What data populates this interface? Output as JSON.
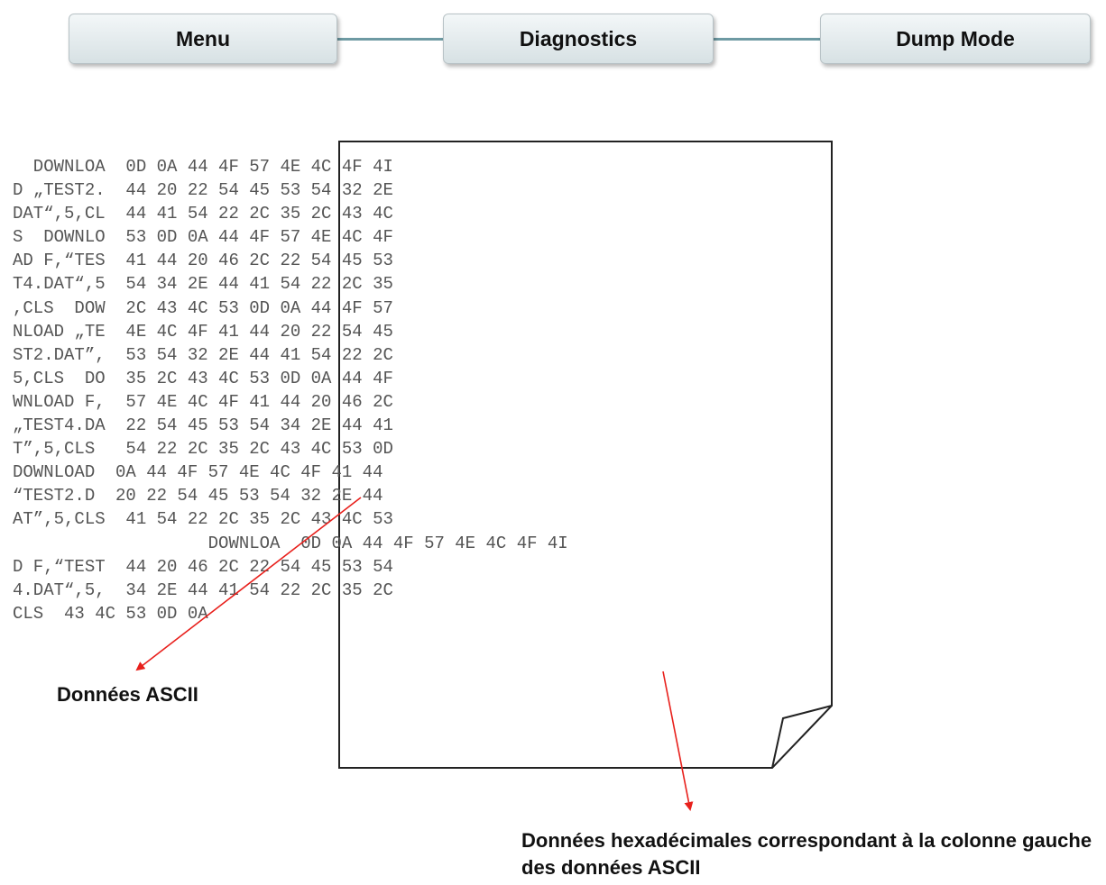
{
  "breadcrumb": {
    "items": [
      {
        "label": "Menu"
      },
      {
        "label": "Diagnostics"
      },
      {
        "label": "Dump Mode"
      }
    ]
  },
  "dump": {
    "lines": [
      "  DOWNLOA  0D 0A 44 4F 57 4E 4C 4F 4I",
      "D „TEST2.  44 20 22 54 45 53 54 32 2E",
      "DAT“,5,CL  44 41 54 22 2C 35 2C 43 4C",
      "S  DOWNLO  53 0D 0A 44 4F 57 4E 4C 4F",
      "AD F,“TES  41 44 20 46 2C 22 54 45 53",
      "T4.DAT“,5  54 34 2E 44 41 54 22 2C 35",
      ",CLS  DOW  2C 43 4C 53 0D 0A 44 4F 57",
      "NLOAD „TE  4E 4C 4F 41 44 20 22 54 45",
      "ST2.DAT”,  53 54 32 2E 44 41 54 22 2C",
      "5,CLS  DO  35 2C 43 4C 53 0D 0A 44 4F",
      "WNLOAD F,  57 4E 4C 4F 41 44 20 46 2C",
      "„TEST4.DA  22 54 45 53 54 34 2E 44 41",
      "T”,5,CLS   54 22 2C 35 2C 43 4C 53 0D",
      "DOWNLOAD  0A 44 4F 57 4E 4C 4F 41 44",
      "“TEST2.D  20 22 54 45 53 54 32 2E 44",
      "AT”,5,CLS  41 54 22 2C 35 2C 43 4C 53",
      "                   DOWNLOA  0D 0A 44 4F 57 4E 4C 4F 4I",
      "D F,“TEST  44 20 46 2C 22 54 45 53 54",
      "4.DAT“,5,  34 2E 44 41 54 22 2C 35 2C",
      "CLS  43 4C 53 0D 0A"
    ]
  },
  "captions": {
    "ascii": "Données ASCII",
    "hex": "Données hexadécimales correspondant à la colonne gauche des données ASCII"
  },
  "colors": {
    "arrow": "#e8201c",
    "connector": "#6e9aa3",
    "paper_stroke": "#222222"
  }
}
